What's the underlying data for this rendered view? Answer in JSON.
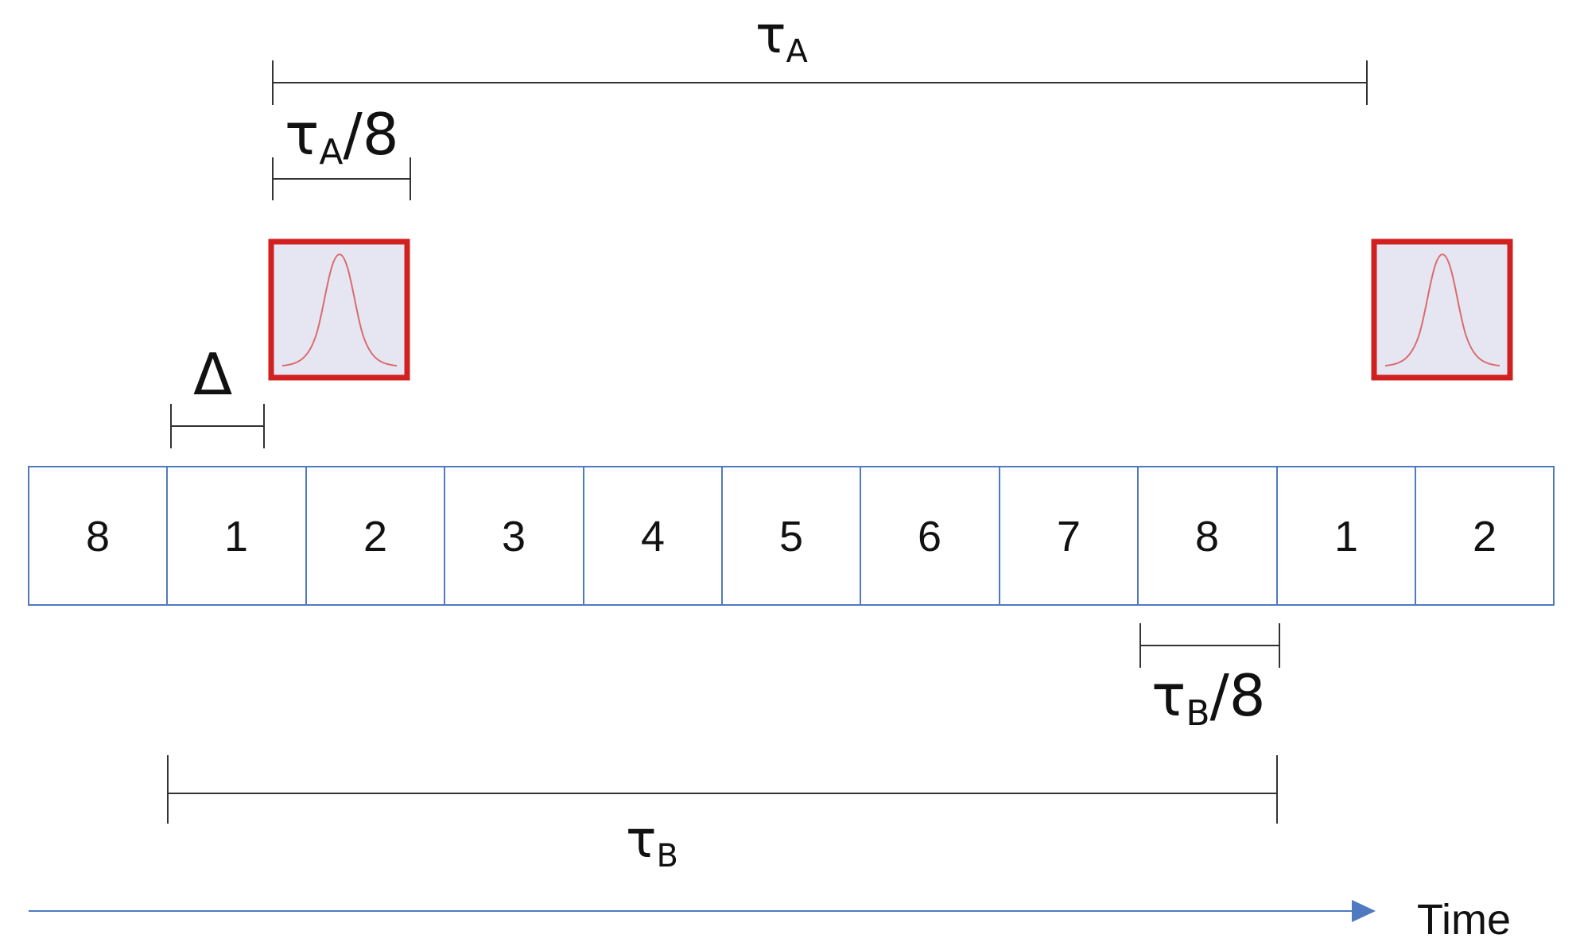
{
  "labels": {
    "tau_a": {
      "base": "τ",
      "sub": "A",
      "suffix": ""
    },
    "tau_a_div": {
      "base": "τ",
      "sub": "A",
      "suffix": "/8"
    },
    "tau_b": {
      "base": "τ",
      "sub": "B",
      "suffix": ""
    },
    "tau_b_div": {
      "base": "τ",
      "sub": "B",
      "suffix": "/8"
    },
    "delta": "Δ",
    "time": "Time"
  },
  "slots": [
    "8",
    "1",
    "2",
    "3",
    "4",
    "5",
    "6",
    "7",
    "8",
    "1",
    "2"
  ],
  "colors": {
    "slot_border": "#4f7ac0",
    "time_arrow": "#4f7ac0",
    "pulse_border": "#d22020",
    "pulse_fill": "#e6e6f2",
    "pulse_curve": "#d96b6b",
    "bracket": "#333333"
  },
  "icons": [
    "gaussian-pulse-icon",
    "gaussian-pulse-icon"
  ]
}
